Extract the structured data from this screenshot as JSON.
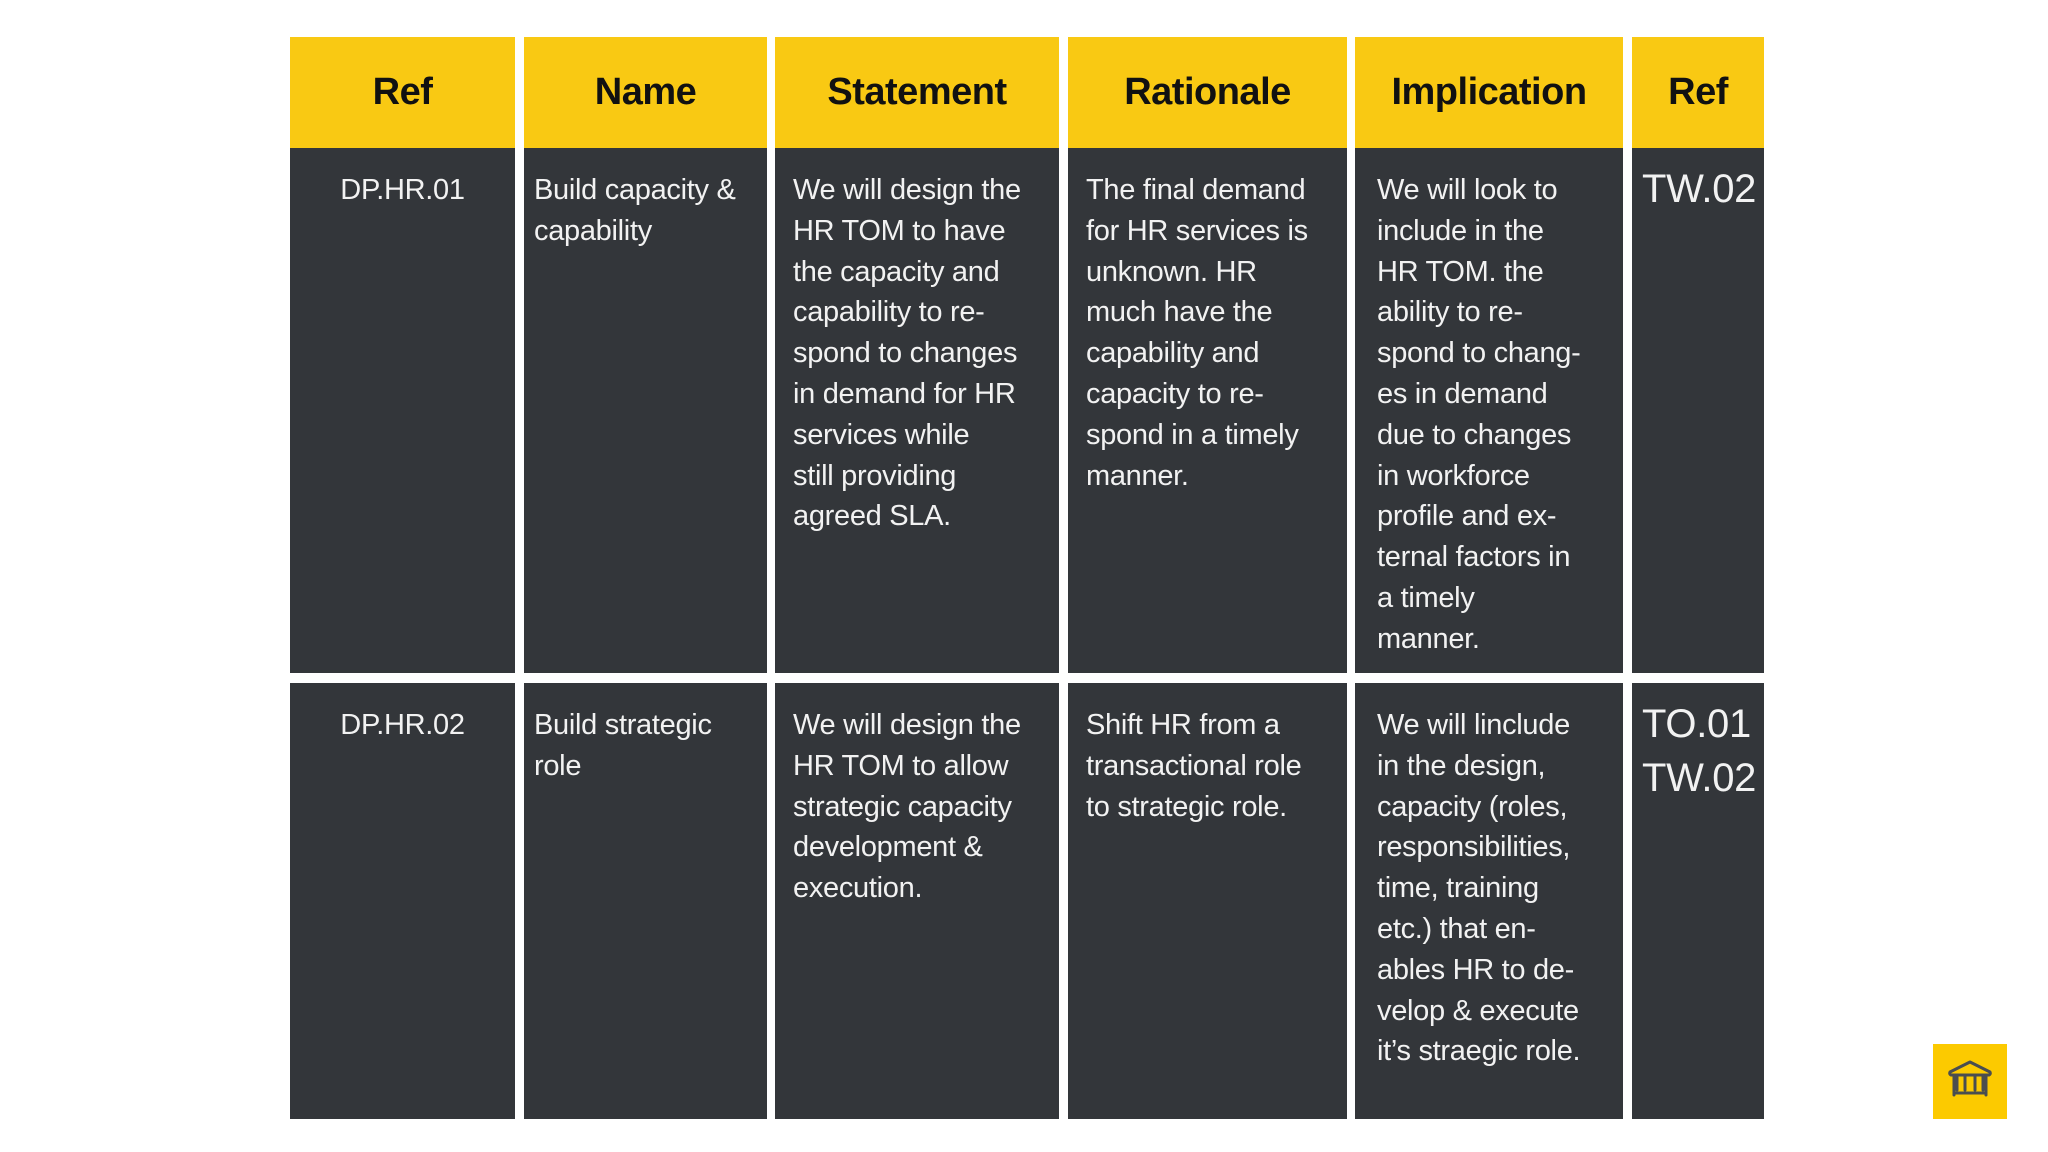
{
  "colors": {
    "header_bg": "#f9c913",
    "cell_bg": "#33363a",
    "cell_text": "#f2f2f2",
    "header_text": "#111111",
    "icon_button_bg": "#fcca00",
    "icon_color": "#4a4d50"
  },
  "table": {
    "headers": [
      "Ref",
      "Name",
      "Statement",
      "Rationale",
      "Implication",
      "Ref"
    ],
    "rows": [
      {
        "ref": "DP.HR.01",
        "name": "Build capacity &\ncapability",
        "statement": "We will design the\nHR TOM to have\nthe capacity and\ncapability to re-\nspond to changes\nin demand for HR\nservices while\nstill providing\nagreed SLA.",
        "rationale": "The final demand\nfor HR services is\nunknown. HR\nmuch have the\ncapability and\ncapacity to re-\nspond in a timely\nmanner.",
        "implication": "We will look to\ninclude in the\nHR TOM. the\nability to re-\nspond to chang-\nes in demand\ndue to changes\nin workforce\nprofile and ex-\nternal factors in\na timely\nmanner.",
        "refs": "TW.02"
      },
      {
        "ref": "DP.HR.02",
        "name": "Build strategic\nrole",
        "statement": "We will design the\nHR TOM to allow\nstrategic capacity\ndevelopment &\nexecution.",
        "rationale": "Shift HR from a\ntransactional role\nto strategic role.",
        "implication": "We will linclude\nin the design,\ncapacity (roles,\nresponsibilities,\ntime, training\netc.) that en-\nables HR to de-\nvelop & execute\nit’s straegic role.",
        "refs": "TO.01\nTW.02"
      }
    ]
  },
  "home_button": {
    "icon": "institution-building-icon"
  }
}
